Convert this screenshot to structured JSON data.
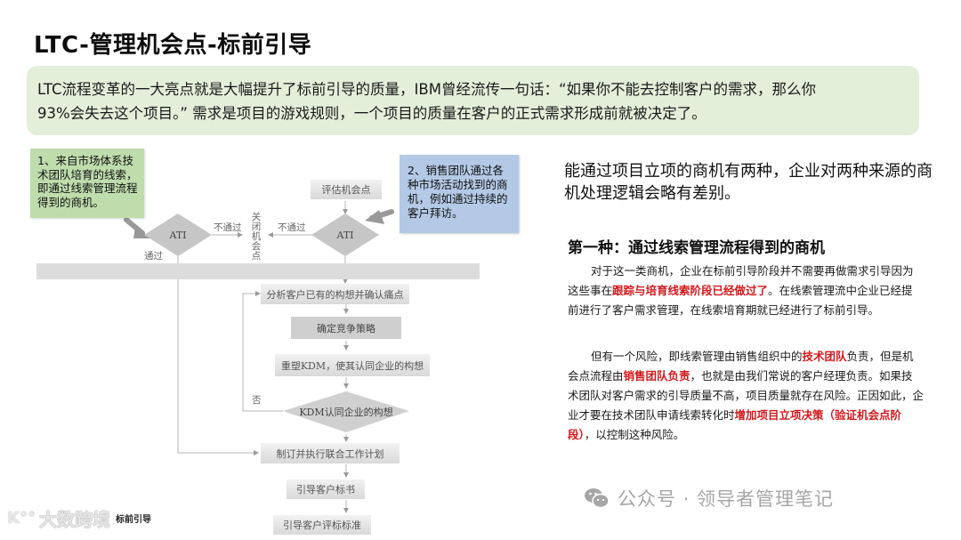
{
  "title": "LTC-管理机会点-标前引导",
  "intro": {
    "line1": "LTC流程变革的一大亮点就是大幅提升了标前引导的质量，IBM曾经流传一句话：“如果你不能去控制客户的需求，那么你",
    "line2": "93%会失去这个项目。” 需求是项目的游戏规则，一个项目的质量在客户的正式需求形成前就被决定了。"
  },
  "flowchart": {
    "note1": "1、来自市场体系技术团队培育的线索，即通过线索管理流程得到的商机。",
    "note2": "2、销售团队通过各种市场活动找到的商机，例如通过持续的客户拜访。",
    "evaluate": "评估机会点",
    "ati_left": "ATI",
    "ati_right": "ATI",
    "fail_left": "不通过",
    "fail_right": "不通过",
    "pass": "通过",
    "close": [
      "关",
      "闭",
      "机",
      "会",
      "点"
    ],
    "step1": "分析客户已有的构想并确认痛点",
    "step2": "确定竞争策略",
    "step3": "重塑KDM，使其认同企业的构想",
    "decision": "KDM认同企业的构想",
    "no": "否",
    "step4": "制订并执行联合工作计划",
    "step5": "引导客户标书",
    "step6": "引导客户评标标准",
    "colors": {
      "note1": "#bfdcad",
      "note2": "#b3c9e6",
      "node": "#cfcfcf"
    }
  },
  "right": {
    "intro": "能通过项目立项的商机有两种，企业对两种来源的商机处理逻辑会略有差别。",
    "heading": "第一种：通过线索管理流程得到的商机",
    "p1": {
      "a": "对于这一类商机，企业在标前引导阶段并不需要再做需求引导因为这些事在",
      "hl": "跟踪与培育线索阶段已经做过了",
      "b": "。在线索管理流中企业已经提前进行了客户需求管理，在线索培育期就已经进行了标前引导。"
    },
    "p2": {
      "a": "但有一个风险，即线索管理由销售组织中的",
      "hl1": "技术团队",
      "b": "负责，但是机会点流程由",
      "hl2": "销售团队负责",
      "c": "，也就是由我们常说的客户经理负责。如果技术团队对客户需求的引导质量不高，项目质量就存在风险。正因如此，企业才要在技术团队申请线索转化时",
      "hl3": "增加项目立项决策（验证机会点阶段）",
      "d": "，以控制这种风险。"
    },
    "highlight_color": "#d2181b"
  },
  "watermarks": {
    "right": "公众号 · 领导者管理笔记",
    "right_icon": "wechat-icon",
    "left_brand": "大数跨境",
    "left_sub": "标前引导"
  }
}
